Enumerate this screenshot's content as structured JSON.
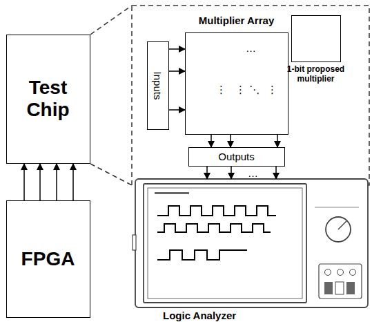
{
  "diagram": {
    "nodes": [
      {
        "text": [
          "Test Chip"
        ]
      },
      {
        "text": [
          "FPGA"
        ]
      },
      {
        "text": [
          "Multiplier Array"
        ]
      },
      {
        "text": [
          "Inputs"
        ]
      },
      {
        "text": [
          "1-bit proposed multiplier"
        ]
      },
      {
        "text": [
          "Outputs"
        ]
      },
      {
        "text": [
          "Logic Analyzer"
        ]
      }
    ],
    "edges": [
      {
        "from": 1,
        "to": 0,
        "arrow": "to"
      },
      {
        "from": 1,
        "to": 0,
        "arrow": "to"
      },
      {
        "from": 1,
        "to": 0,
        "arrow": "to"
      },
      {
        "from": 1,
        "to": 0,
        "arrow": "to"
      },
      {
        "from": 3,
        "to": 2,
        "arrow": "to"
      },
      {
        "from": 3,
        "to": 2,
        "arrow": "to"
      },
      {
        "from": 3,
        "to": 2,
        "arrow": "to"
      },
      {
        "from": 2,
        "to": 5,
        "arrow": "to"
      },
      {
        "from": 2,
        "to": 5,
        "arrow": "to"
      },
      {
        "from": 2,
        "to": 5,
        "arrow": "to"
      },
      {
        "from": 5,
        "to": 6,
        "arrow": "to"
      },
      {
        "from": 5,
        "to": 6,
        "arrow": "to"
      },
      {
        "from": 5,
        "to": 6,
        "arrow": "to"
      }
    ],
    "labels": [
      "…",
      "⋮",
      "⋮",
      "⋱",
      "⋮",
      "…"
    ]
  }
}
